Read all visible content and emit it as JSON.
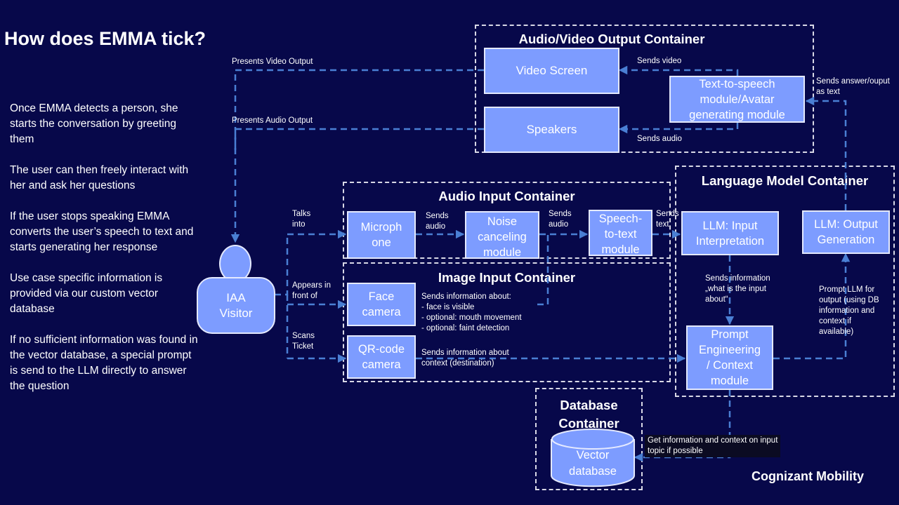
{
  "title": "How does EMMA tick?",
  "sidebar": {
    "p1": "Once EMMA detects a person, she starts the conversation by greeting them",
    "p2": "The user can then freely interact with her and ask her questions",
    "p3": "If the user stops speaking EMMA converts the user’s speech to text and starts generating her response",
    "p4": "Use case specific information is provided via our custom vector database",
    "p5": "If no sufficient information was found in the vector database, a special prompt is send to the LLM directly to answer the question"
  },
  "containers": {
    "av_output": "Audio/Video Output Container",
    "audio_input": "Audio Input Container",
    "image_input": "Image Input Container",
    "language_model": "Language Model Container",
    "database": "Database\nContainer"
  },
  "nodes": {
    "visitor": "IAA\nVisitor",
    "video_screen": "Video Screen",
    "speakers": "Speakers",
    "tts": "Text-to-speech\nmodule/Avatar\ngenerating module",
    "microphone": "Microph\none",
    "noise": "Noise\ncanceling\nmodule",
    "stt": "Speech-\nto-text\nmodule",
    "llm_input": "LLM: Input\nInterpretation",
    "llm_output": "LLM: Output\nGeneration",
    "face_camera": "Face\ncamera",
    "qr_camera": "QR-code\ncamera",
    "prompt": "Prompt\nEngineering\n/ Context\nmodule",
    "vector_db": "Vector\ndatabase"
  },
  "labels": {
    "presents_video": "Presents Video Output",
    "presents_audio": "Presents Audio Output",
    "sends_video": "Sends video",
    "sends_audio_out": "Sends audio",
    "sends_answer": "Sends answer/ouput\nas text",
    "talks_into": "Talks\ninto",
    "appears_front": "Appears in\nfront of",
    "scans_ticket": "Scans\nTicket",
    "sends_audio_1": "Sends\naudio",
    "sends_audio_2": "Sends\naudio",
    "sends_text": "Sends\ntext",
    "face_info": "Sends information about:\n- face is visible\n- optional: mouth movement\n- optional: faint detection",
    "qr_info": "Sends information about\ncontext (destination)",
    "what_input": "Sends information\n„what is the input\nabout“",
    "prompt_llm": "Prompt LLM for\noutput (using DB\ninformation and\ncontext if\navailable)",
    "get_info": "Get information and context on input\ntopic if possible"
  },
  "brand": "Cognizant Mobility",
  "colors": {
    "background": "#07084a",
    "node_fill": "#7d9cff",
    "connector": "#4a7fd4"
  }
}
